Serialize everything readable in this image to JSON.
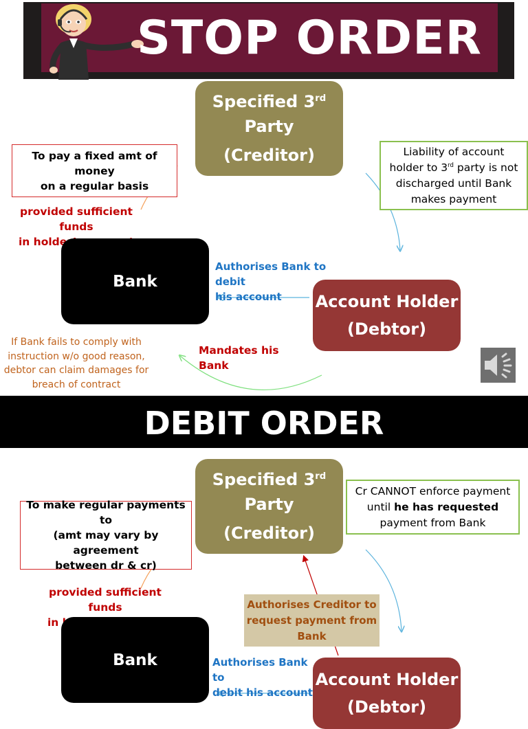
{
  "stop_order": {
    "title": "STOP ORDER",
    "creditor": {
      "line1": "Specified 3",
      "sup": "rd",
      "line2": "Party",
      "line3": "(Creditor)"
    },
    "bank": "Bank",
    "holder": {
      "line1": "Account Holder",
      "line2": "(Debtor)"
    },
    "note_red": [
      "To pay a fixed amt of",
      "money",
      "on a regular basis"
    ],
    "note_green": {
      "l1": "Liability of account",
      "l2a": "holder to 3",
      "l2sup": "rd",
      "l2b": " party is not",
      "l3": "discharged until Bank",
      "l4": "makes payment"
    },
    "sufficient_funds": [
      "provided sufficient funds",
      "in holder’s account"
    ],
    "authorises": [
      "Authorises Bank to debit",
      "his account"
    ],
    "mandates": "Mandates his Bank",
    "damages": [
      "If Bank fails to comply with",
      "instruction w/o good reason,",
      "debtor can claim damages for",
      "breach of contract"
    ]
  },
  "debit_order": {
    "title": "DEBIT ORDER",
    "creditor": {
      "line1": "Specified 3",
      "sup": "rd",
      "line2": "Party",
      "line3": "(Creditor)"
    },
    "bank": "Bank",
    "holder": {
      "line1": "Account Holder",
      "line2": "(Debtor)"
    },
    "note_red": [
      "To make regular payments to",
      "(amt may vary by agreement",
      "between dr & cr)"
    ],
    "note_green": {
      "l1": "Cr CANNOT enforce payment",
      "l2a": "until ",
      "l2b": "he has requested",
      "l3": "payment from Bank"
    },
    "sufficient_funds": [
      "provided sufficient funds",
      "in holder’s account"
    ],
    "authorises_creditor": [
      "Authorises Creditor to",
      "request payment from",
      "Bank"
    ],
    "authorises_bank": [
      "Authorises Bank to",
      "debit his account"
    ]
  },
  "icons": {
    "presenter": "cartoon-presenter",
    "speaker": "speaker-icon"
  },
  "colors": {
    "creditor": "#938953",
    "holder": "#953735",
    "banner": "#6b1836",
    "blue_arrow": "#5bb3dd",
    "green_arrow": "#7ee07e",
    "orange_arrow": "#f5a05a",
    "red_arrow": "#c00000"
  }
}
